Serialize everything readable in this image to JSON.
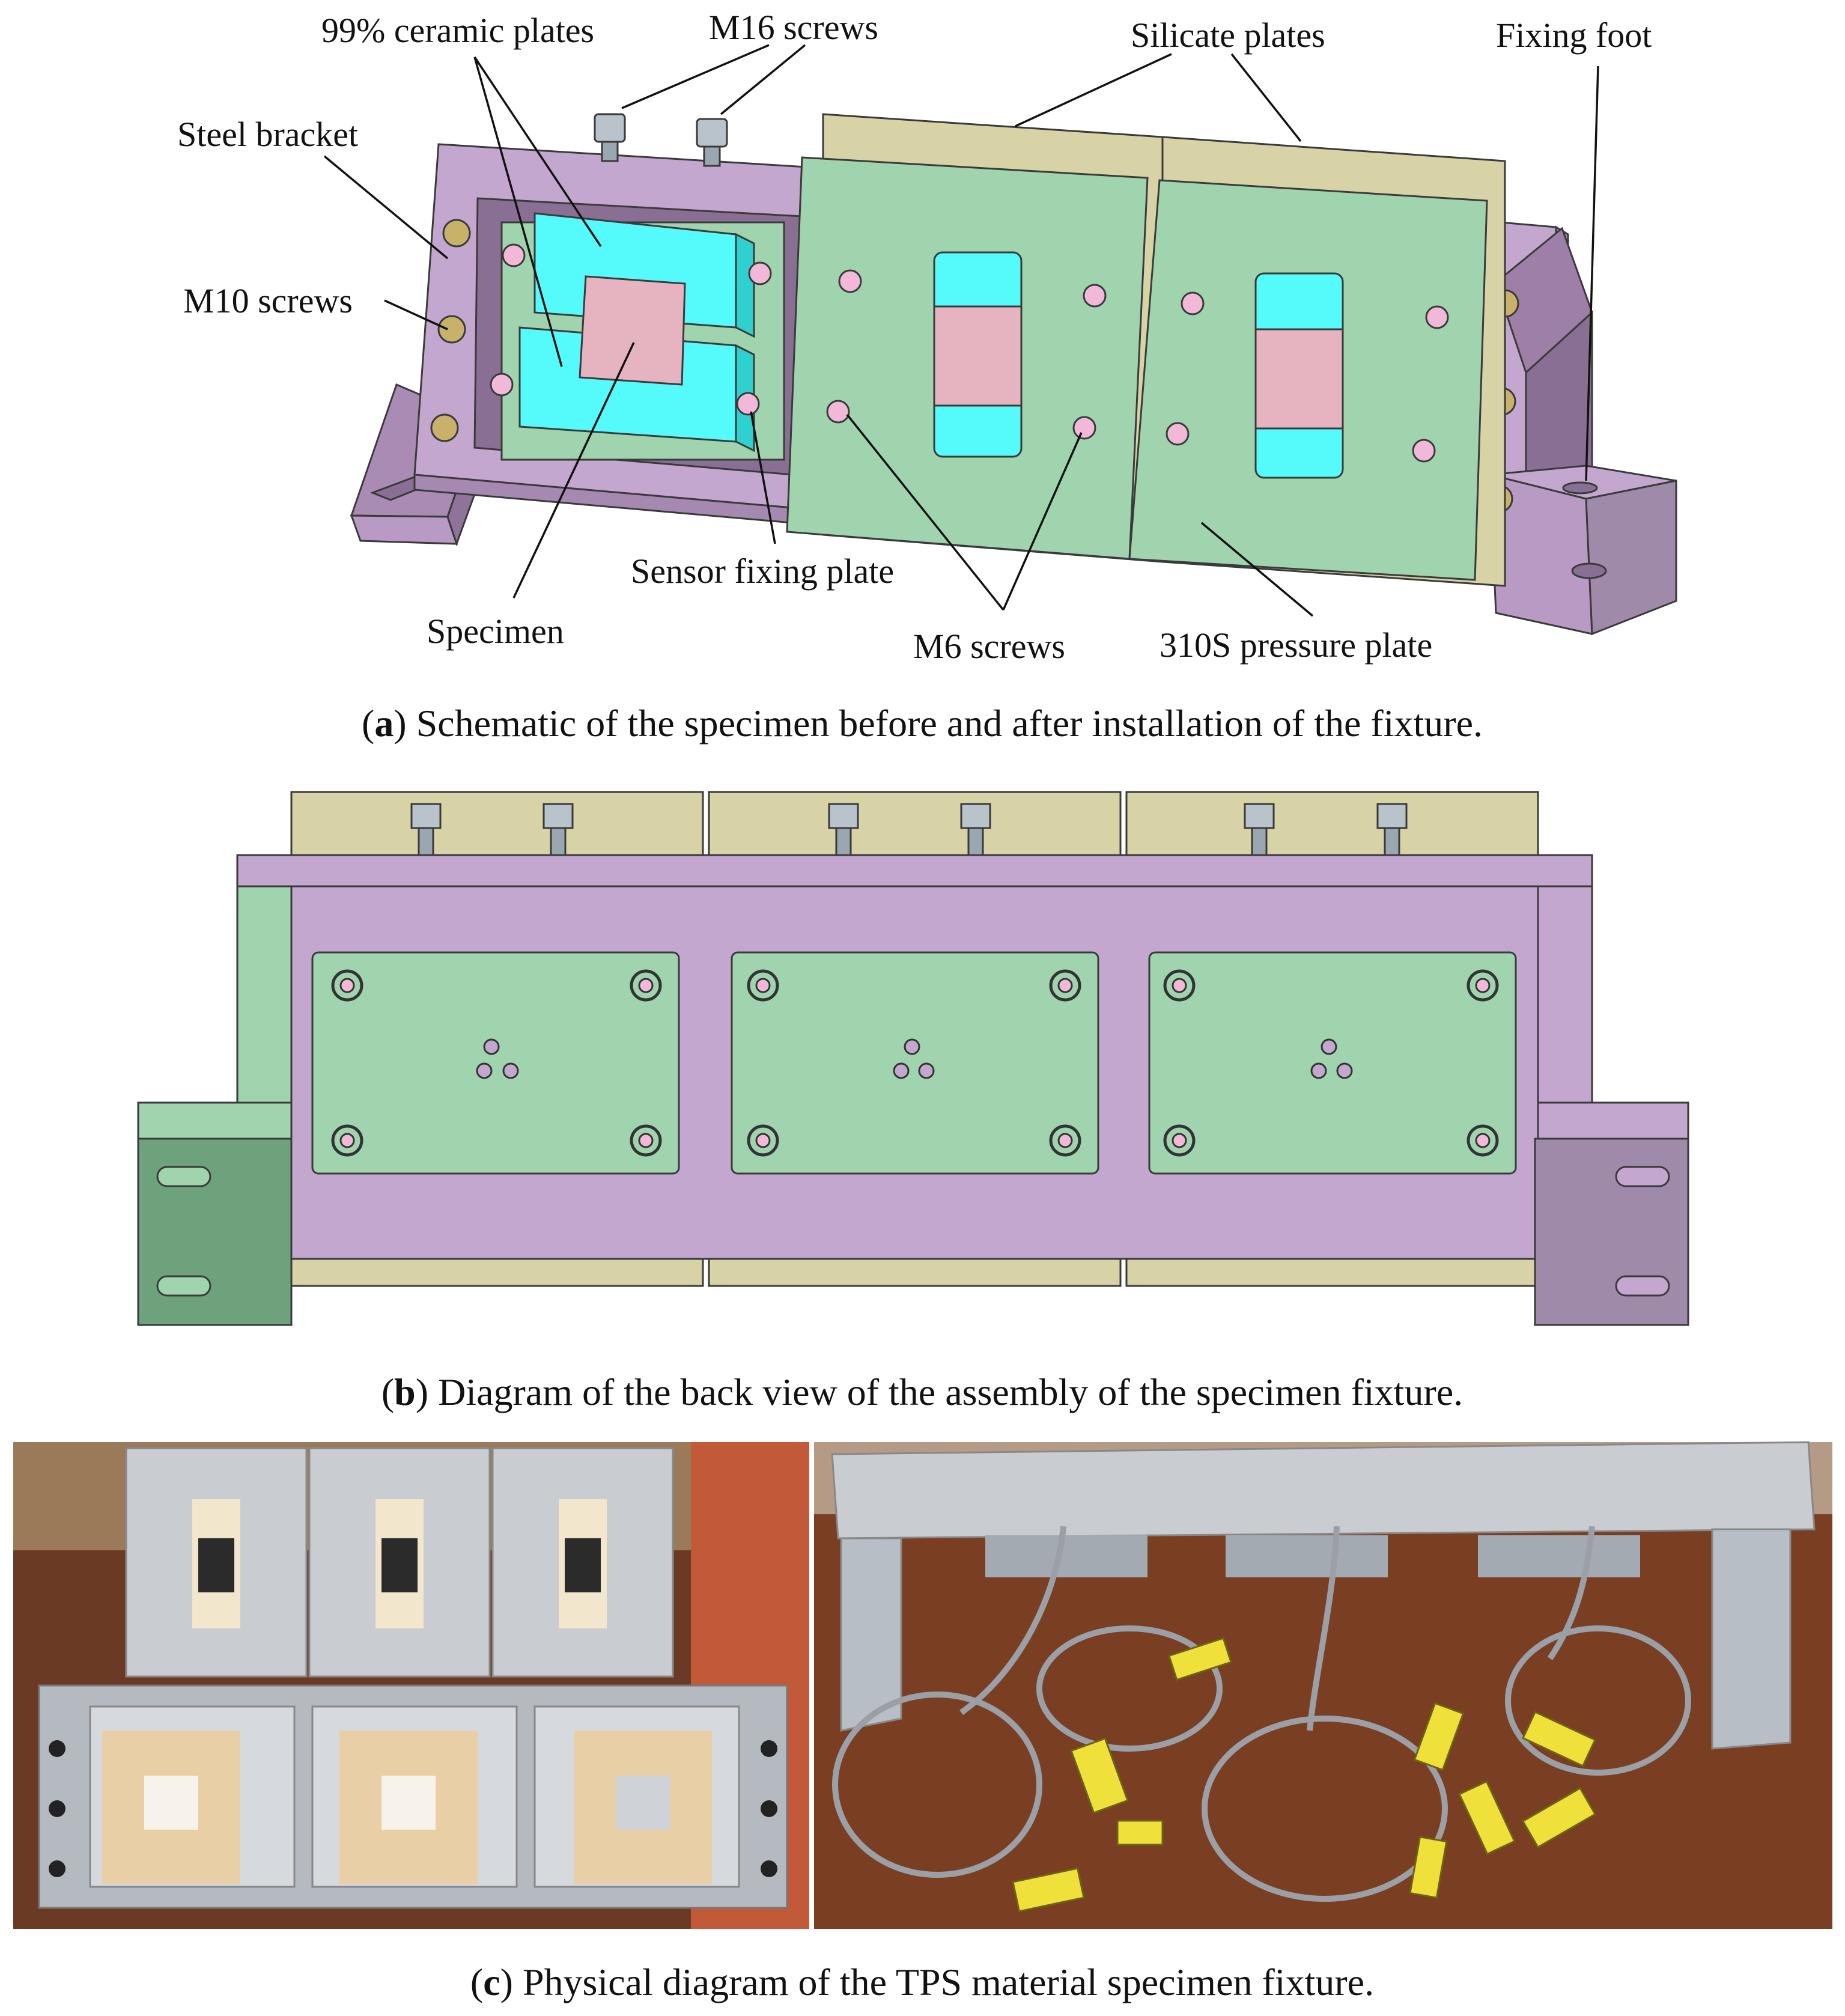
{
  "panel_a": {
    "labels": {
      "ceramic_plates": "99% ceramic plates",
      "m16_screws": "M16 screws",
      "silicate_plates": "Silicate plates",
      "fixing_foot": "Fixing foot",
      "steel_bracket": "Steel bracket",
      "m10_screws": "M10 screws",
      "sensor_fixing_plate": "Sensor fixing plate",
      "specimen": "Specimen",
      "m6_screws": "M6 screws",
      "pressure_plate": "310S pressure plate"
    },
    "caption": {
      "letter": "a",
      "text": ") Schematic of the specimen before and after installation of the fixture.",
      "open": "("
    }
  },
  "panel_b": {
    "caption": {
      "letter": "b",
      "text": ") Diagram of the back view of the assembly of the specimen fixture.",
      "open": "("
    }
  },
  "panel_c": {
    "caption": {
      "letter": "c",
      "text": ") Physical diagram of the TPS material specimen fixture.",
      "open": "("
    }
  },
  "colors": {
    "steel_bracket": "#c3a7cf",
    "sensor_plate": "#9fd4ae",
    "silicate": "#d7d3a6",
    "ceramic": "#55fbfb",
    "specimen": "#e6b4c1",
    "screw_pink": "#f2b8d8",
    "screw_gold": "#c8b26a",
    "bolt_grey": "#b8c3cc",
    "wood": "#8a4a2a",
    "aluminium": "#c9ccd1",
    "connector": "#f0e03a"
  },
  "icons": [
    "screw-icon",
    "bolt-icon",
    "slot-hole-icon",
    "thermocouple-connector-icon"
  ]
}
